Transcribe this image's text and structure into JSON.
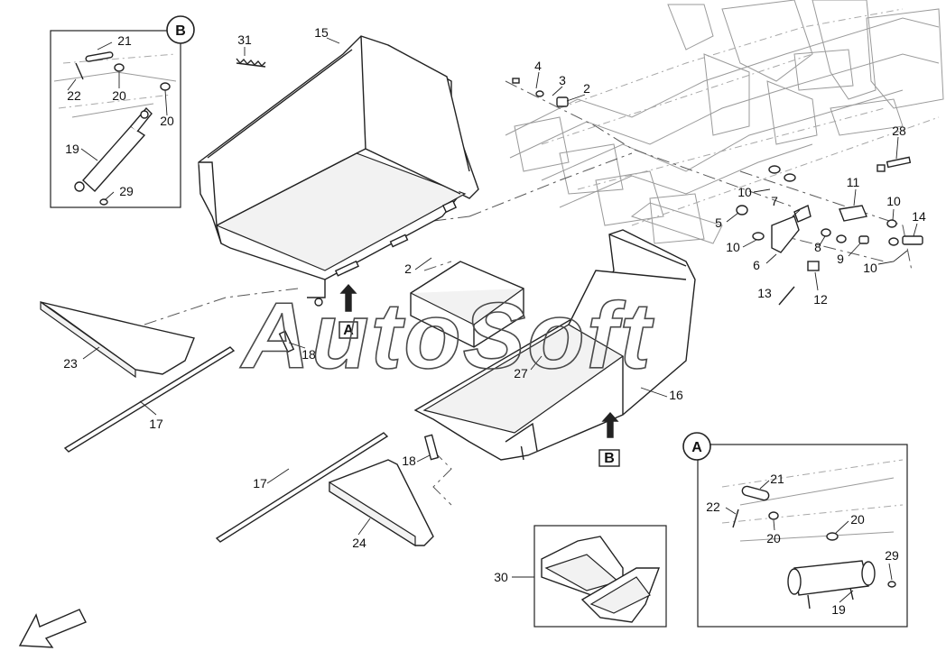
{
  "labels": {
    "p2a": "2",
    "p2b": "2",
    "p3": "3",
    "p4": "4",
    "p5": "5",
    "p6": "6",
    "p7": "7",
    "p8": "8",
    "p9": "9",
    "p10a": "10",
    "p10b": "10",
    "p10c": "10",
    "p10d": "10",
    "p11": "11",
    "p12": "12",
    "p13": "13",
    "p14": "14",
    "p15": "15",
    "p16": "16",
    "p17a": "17",
    "p17b": "17",
    "p18a": "18",
    "p18b": "18",
    "p23": "23",
    "p24": "24",
    "p27": "27",
    "p28": "28",
    "p30": "30",
    "p31": "31",
    "b21": "21",
    "b22": "22",
    "b20a": "20",
    "b20b": "20",
    "b19": "19",
    "b29": "29",
    "a21": "21",
    "a22": "22",
    "a20a": "20",
    "a20b": "20",
    "a19": "19",
    "a29": "29"
  },
  "view_markers": {
    "box_a": "A",
    "box_b": "B",
    "circle_a": "A",
    "circle_b": "B"
  },
  "watermark": "AutoSoft",
  "colors": {
    "line": "#222222",
    "background_drawing": "#9a9a9a",
    "paper": "#ffffff"
  },
  "icons": {
    "direction_arrow": "outline-arrow-down-left"
  }
}
